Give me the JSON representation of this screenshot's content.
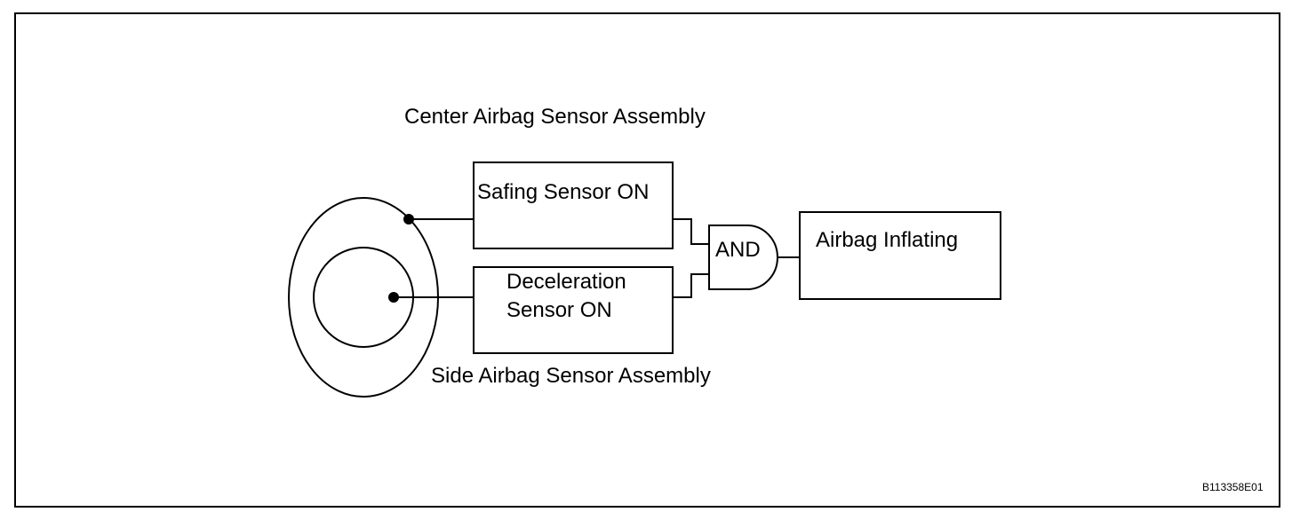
{
  "labels": {
    "center_assembly": "Center Airbag Sensor Assembly",
    "safing_sensor": "Safing Sensor ON",
    "deceleration_line1": "Deceleration",
    "deceleration_line2": "Sensor ON",
    "and_gate": "AND",
    "airbag_inflating": "Airbag Inflating",
    "side_assembly": "Side Airbag Sensor Assembly",
    "figure_id": "B113358E01"
  },
  "colors": {
    "stroke": "#000000",
    "background": "#ffffff"
  }
}
